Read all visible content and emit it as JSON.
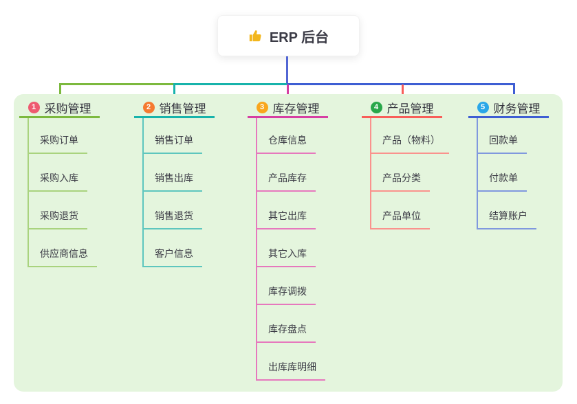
{
  "root": {
    "label": "ERP 后台",
    "icon": "thumbs-up-icon",
    "line_color": "#5266d4",
    "icon_color": "#f2b61d"
  },
  "canvas": {
    "background": "#ffffff",
    "panel_background": "#e4f5dd",
    "text_color": "#3c3c46"
  },
  "branches": [
    {
      "index": "1",
      "title": "采购管理",
      "badge_color": "#ee5a70",
      "line_color": "#7cb93e",
      "line_light": "#a9d37e",
      "children": [
        "采购订单",
        "采购入库",
        "采购退货",
        "供应商信息"
      ]
    },
    {
      "index": "2",
      "title": "销售管理",
      "badge_color": "#f57a30",
      "line_color": "#17b3ab",
      "line_light": "#5ec6be",
      "children": [
        "销售订单",
        "销售出库",
        "销售退货",
        "客户信息"
      ]
    },
    {
      "index": "3",
      "title": "库存管理",
      "badge_color": "#f9a61d",
      "line_color": "#d63fa3",
      "line_light": "#e678bd",
      "children": [
        "仓库信息",
        "产品库存",
        "其它出库",
        "其它入库",
        "库存调拨",
        "库存盘点",
        "出库库明细"
      ]
    },
    {
      "index": "4",
      "title": "产品管理",
      "badge_color": "#29a74a",
      "line_color": "#f85e59",
      "line_light": "#fa928d",
      "children": [
        "产品（物料）",
        "产品分类",
        "产品单位"
      ]
    },
    {
      "index": "5",
      "title": "财务管理",
      "badge_color": "#2aa7e8",
      "line_color": "#3e5ed3",
      "line_light": "#8098de",
      "children": [
        "回款单",
        "付款单",
        "结算账户"
      ]
    }
  ]
}
